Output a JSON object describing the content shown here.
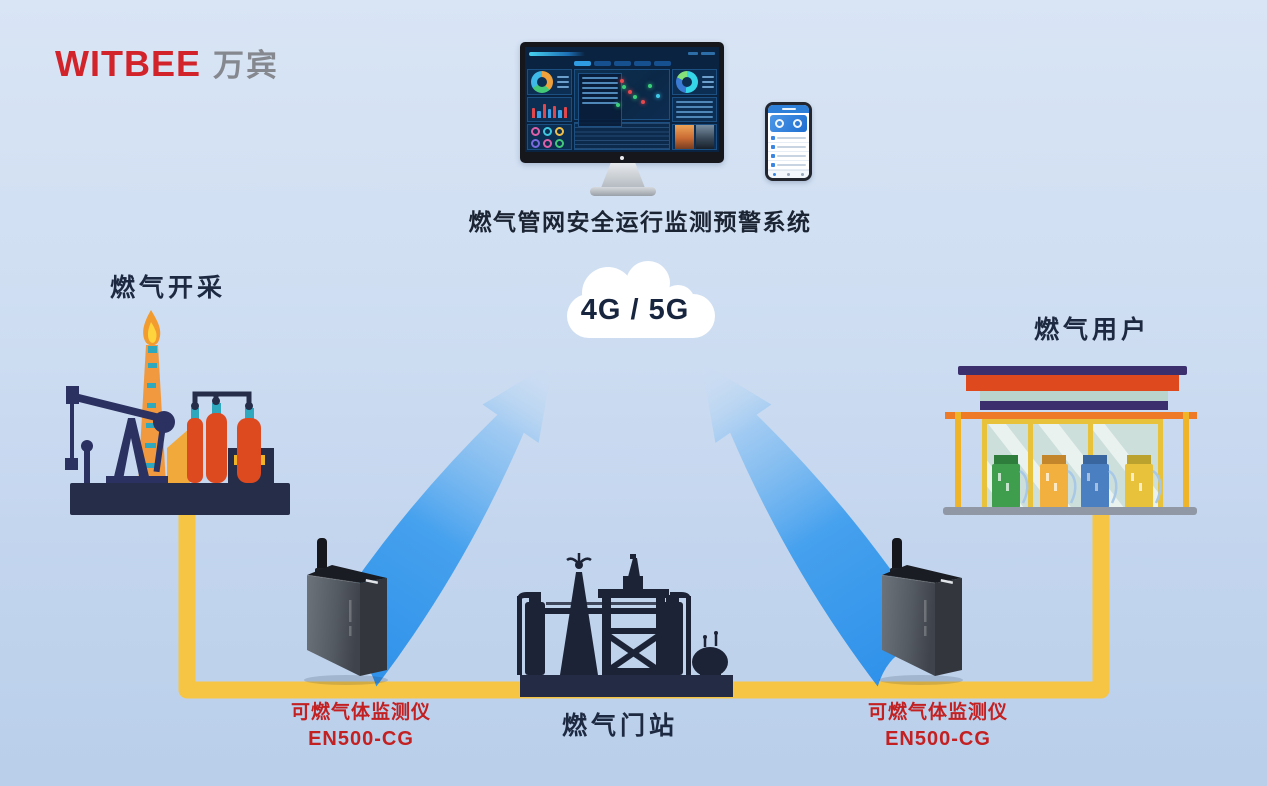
{
  "brand": {
    "name": "WITBEE",
    "suffix": "万宾"
  },
  "platform": {
    "title": "燃气管网安全运行监测预警系统"
  },
  "network": {
    "label": "4G / 5G"
  },
  "nodes": {
    "extraction": {
      "label": "燃气开采"
    },
    "gate_station": {
      "label": "燃气门站"
    },
    "users": {
      "label": "燃气用户"
    }
  },
  "devices": {
    "left": {
      "name": "可燃气体监测仪",
      "model": "EN500-CG"
    },
    "right": {
      "name": "可燃气体监测仪",
      "model": "EN500-CG"
    }
  },
  "colors": {
    "brand_red": "#d3232a",
    "label_navy": "#1d2940",
    "device_label_red": "#c32022",
    "pipe_yellow": "#f6c544",
    "arrow_blue": "#2e92ea",
    "cloud_white": "#ffffff",
    "dashboard_bg": "#0a2341"
  }
}
